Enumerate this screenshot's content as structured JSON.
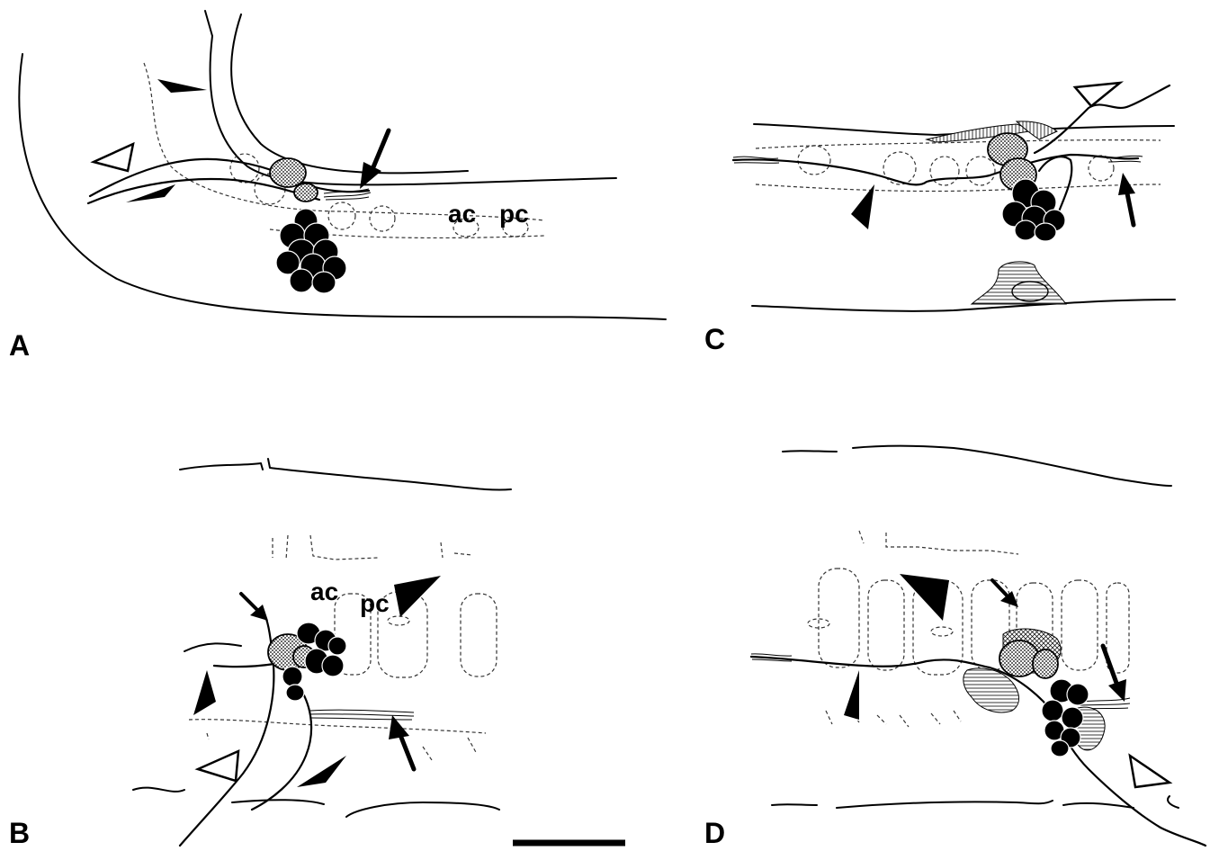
{
  "panels": {
    "a": {
      "letter": "A",
      "labels": {
        "ac": "ac",
        "pc": "pc"
      }
    },
    "b": {
      "letter": "B",
      "labels": {
        "ac": "ac",
        "pc": "pc"
      }
    },
    "c": {
      "letter": "C"
    },
    "d": {
      "letter": "D"
    }
  },
  "colors": {
    "ink": "#000000",
    "background": "#ffffff"
  }
}
